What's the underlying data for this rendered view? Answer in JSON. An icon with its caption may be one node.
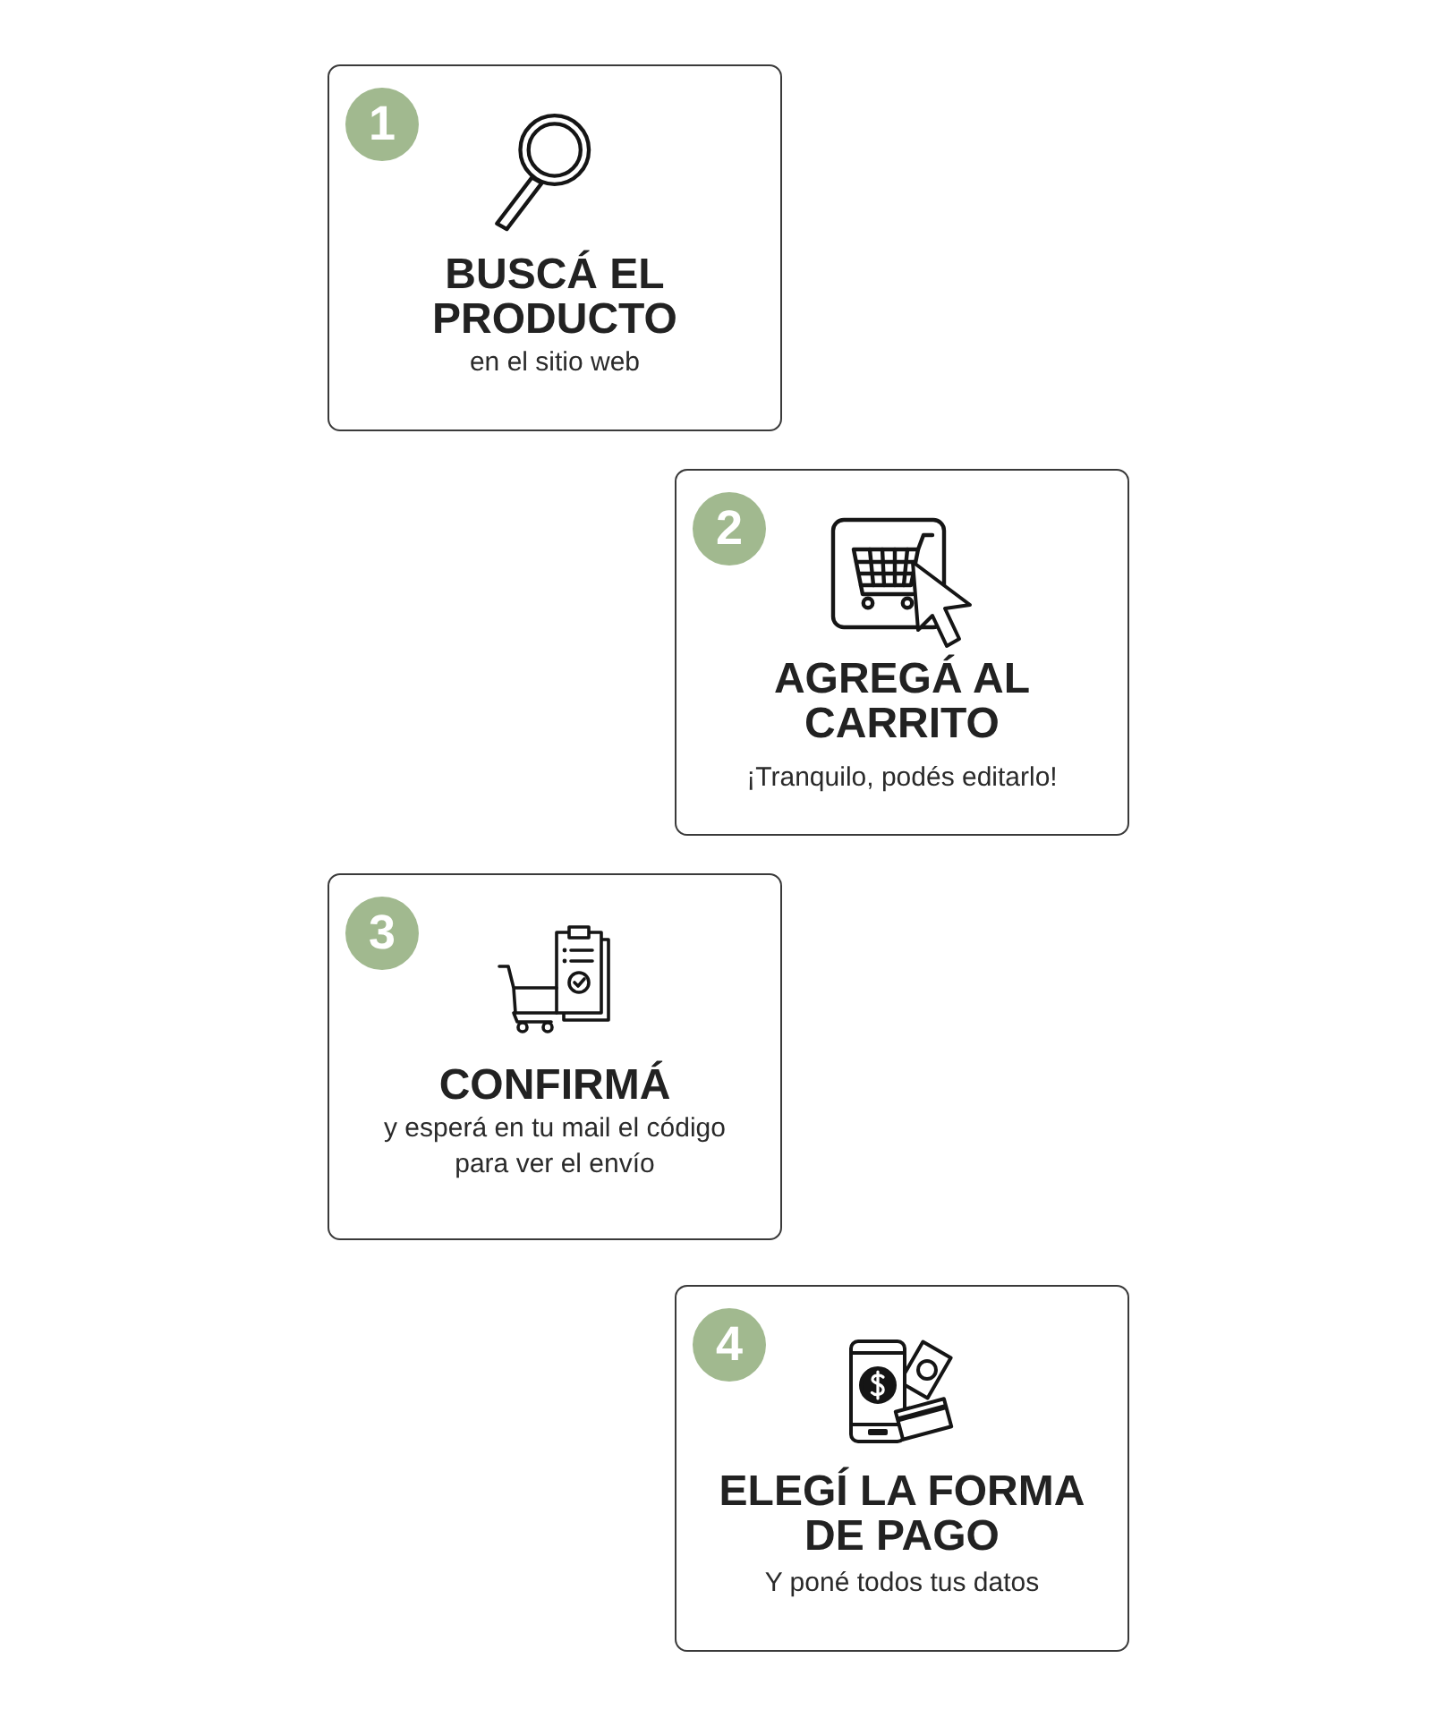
{
  "diagram": {
    "nodes": [
      {
        "text": [
          "BUSCÁ EL PRODUCTO",
          "en el sitio web"
        ]
      },
      {
        "text": [
          "1"
        ],
        "in": 0
      },
      {
        "text": [
          "AGREGÁ AL CARRITO",
          "¡Tranquilo, podés editarlo!"
        ]
      },
      {
        "text": [
          "2"
        ],
        "in": 2
      },
      {
        "text": [
          "CONFIRMÁ",
          "y esperá en tu mail el código para ver el envío"
        ]
      },
      {
        "text": [
          "3"
        ],
        "in": 4
      },
      {
        "text": [
          "ELEGÍ LA FORMA DE PAGO",
          "Y poné todos tus datos"
        ]
      },
      {
        "text": [
          "4"
        ],
        "in": 6
      }
    ]
  }
}
